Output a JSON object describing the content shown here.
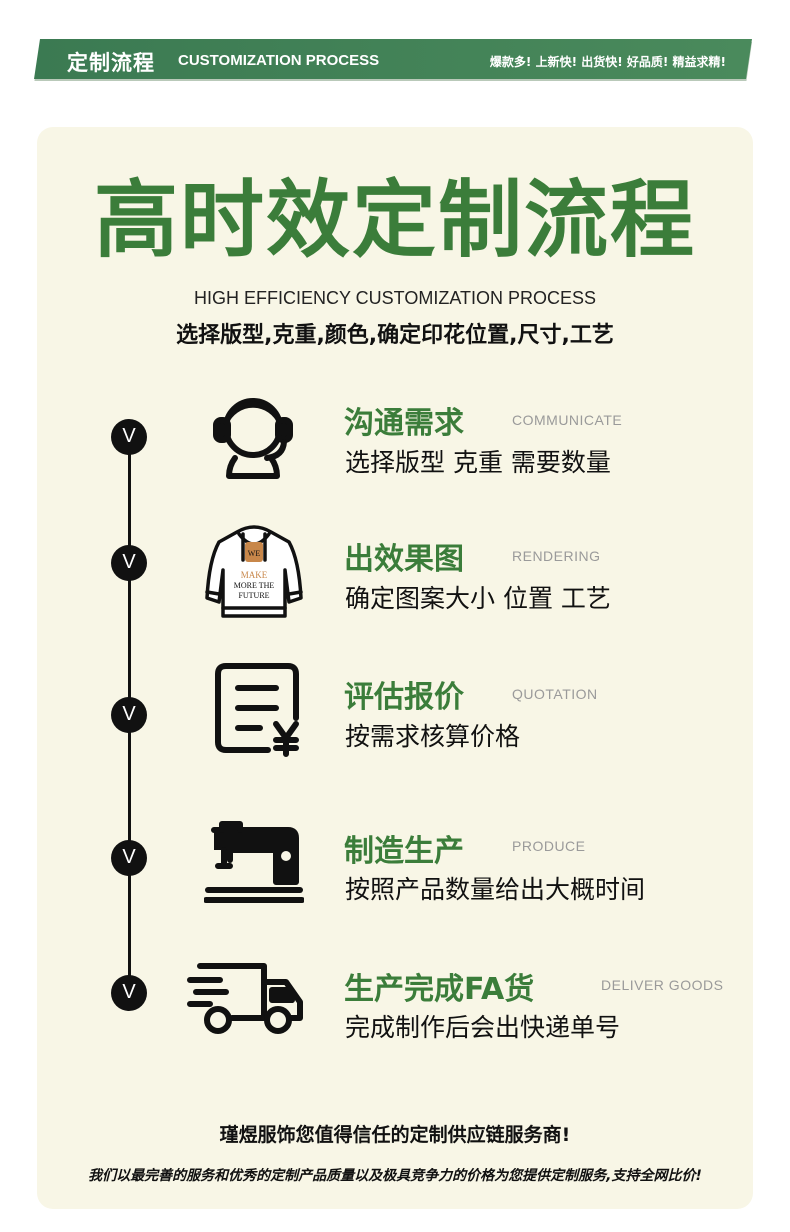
{
  "banner": {
    "title": "定制流程",
    "subtitle": "CUSTOMIZATION PROCESS",
    "slogan": "爆款多! 上新快! 出货快! 好品质! 精益求精!"
  },
  "hero": {
    "title": "高时效定制流程",
    "en": "HIGH EFFICIENCY CUSTOMIZATION PROCESS",
    "sub": "选择版型,克重,颜色,确定印花位置,尺寸,工艺"
  },
  "marker": "V",
  "steps": [
    {
      "title": "沟通需求",
      "en": "COMMUNICATE",
      "desc": "选择版型 克重 需要数量",
      "icon": "headset-icon"
    },
    {
      "title": "出效果图",
      "en": "RENDERING",
      "desc": "确定图案大小 位置 工艺",
      "icon": "hoodie-icon"
    },
    {
      "title": "评估报价",
      "en": "QUOTATION",
      "desc": "按需求核算价格",
      "icon": "quote-document-icon"
    },
    {
      "title": "制造生产",
      "en": "PRODUCE",
      "desc": "按照产品数量给出大概时间",
      "icon": "sewing-machine-icon"
    },
    {
      "title": "生产完成FA货",
      "en": "DELIVER GOODS",
      "desc": "完成制作后会出快递单号",
      "icon": "delivery-truck-icon"
    }
  ],
  "hoodie_print": [
    "WE",
    "MAKE",
    "MORE THE",
    "FUTURE"
  ],
  "footer": {
    "line1": "瑾煜服饰您值得信任的定制供应链服务商!",
    "line2": "我们以最完善的服务和优秀的定制产品质量以及极具竞争力的价格为您提供定制服务,支持全网比价!"
  },
  "colors": {
    "brand_green": "#3b7d3a",
    "card_bg": "#f8f6e6",
    "banner_green": "#3d7d50"
  }
}
